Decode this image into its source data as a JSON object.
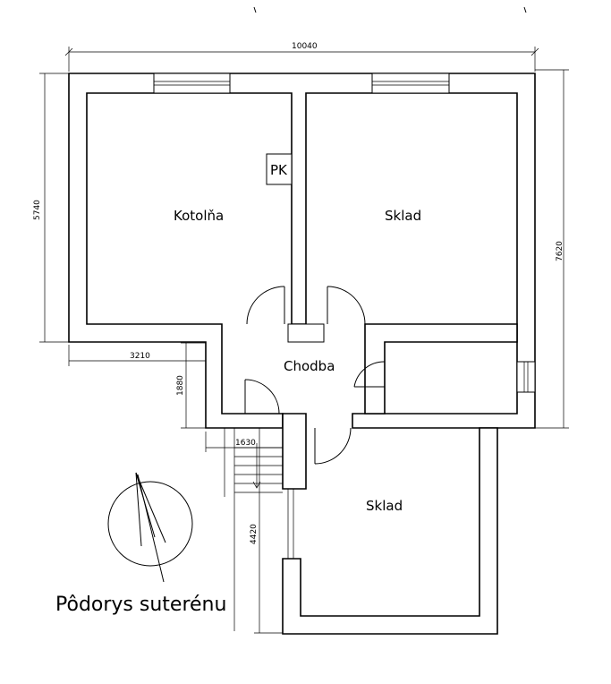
{
  "drawing": {
    "title": "Pôdorys suterénu",
    "rooms": {
      "boiler_room": "Kotolňa",
      "storage_upper": "Sklad",
      "corridor": "Chodba",
      "storage_lower": "Sklad"
    },
    "equipment_label": "PK",
    "dimensions": {
      "overall_width": "10040",
      "left_height": "5740",
      "right_height": "7620",
      "offset_width": "3210",
      "offset_height": "1880",
      "stair_width": "1630",
      "lower_height": "4420"
    }
  }
}
